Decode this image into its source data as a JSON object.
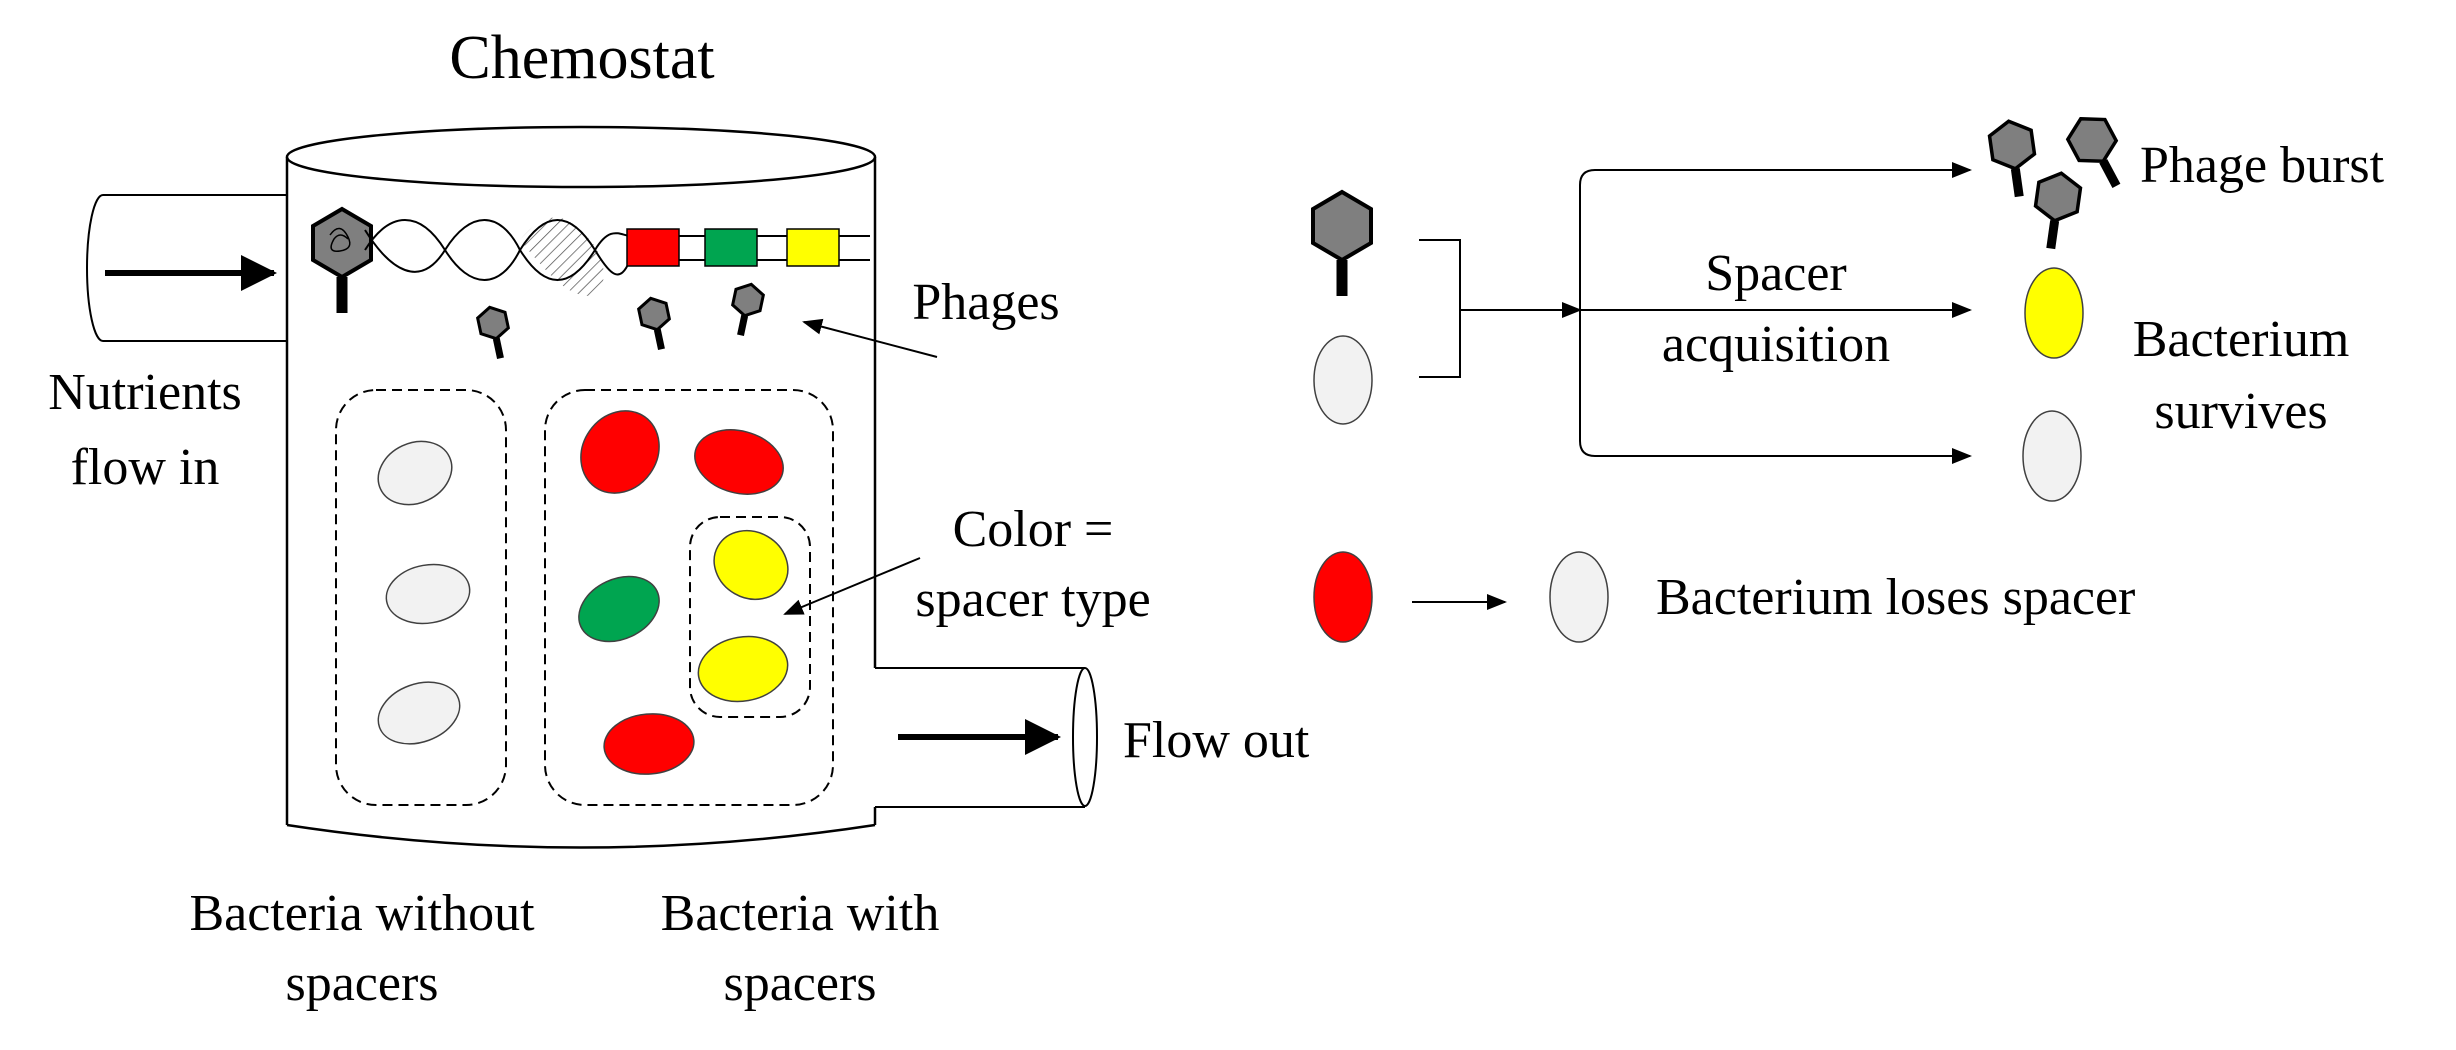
{
  "labels": {
    "title": "Chemostat",
    "nutrients_line1": "Nutrients",
    "nutrients_line2": "flow in",
    "phages": "Phages",
    "color_line1": "Color =",
    "color_line2": "spacer type",
    "flow_out": "Flow out",
    "without_line1": "Bacteria without",
    "without_line2": "spacers",
    "with_line1": "Bacteria with",
    "with_line2": "spacers",
    "phage_burst": "Phage burst",
    "spacer_line1": "Spacer",
    "spacer_line2": "acquisition",
    "survives_line1": "Bacterium",
    "survives_line2": "survives",
    "loses_spacer": "Bacterium loses spacer"
  },
  "colors": {
    "red": "#ff0000",
    "green": "#00a550",
    "yellow": "#ffff00",
    "bacterium_plain": "#f2f2f2",
    "phage": "#7f7f7f",
    "outline": "#000000"
  }
}
